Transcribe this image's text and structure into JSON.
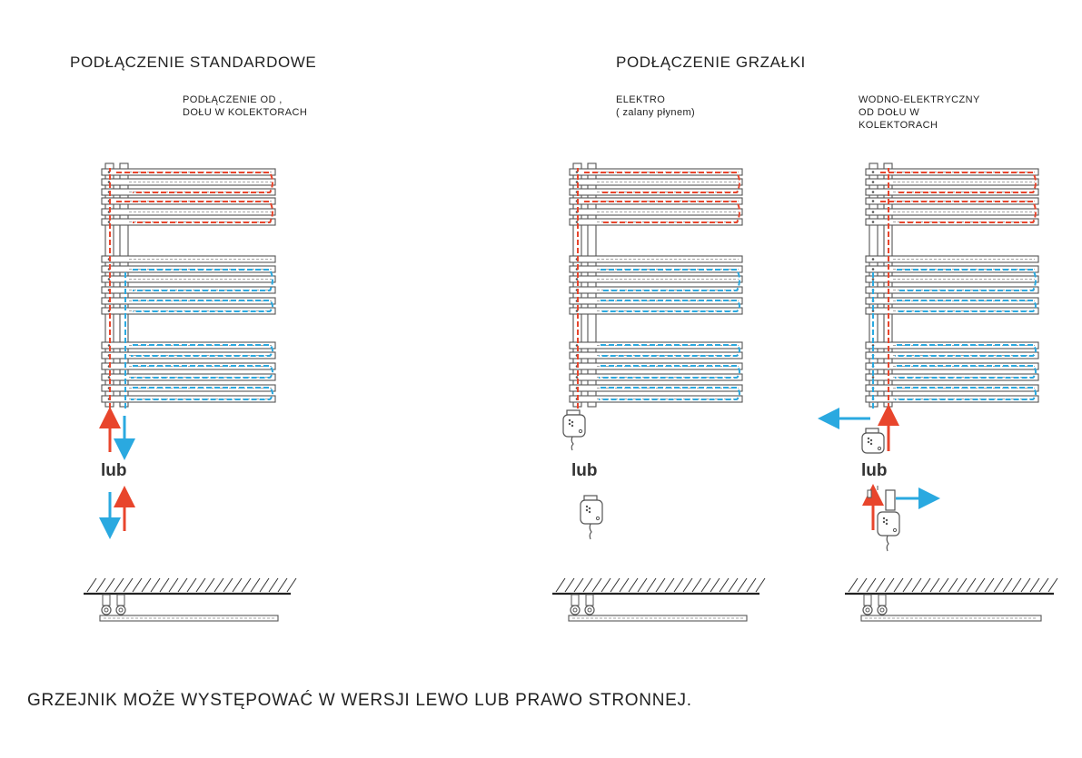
{
  "sections": [
    {
      "id": "standard",
      "title": "PODŁĄCZENIE STANDARDOWE",
      "subtitle_lines": [
        "PODŁĄCZENIE OD ,",
        "DOŁU W KOLEKTORACH"
      ],
      "lub": "lub"
    },
    {
      "id": "heater",
      "title": "PODŁĄCZENIE GRZAŁKI"
    },
    {
      "id": "elektro",
      "subtitle_lines": [
        "ELEKTRO",
        "( zalany płynem)"
      ],
      "lub": "lub"
    },
    {
      "id": "water-electric",
      "subtitle_lines": [
        "WODNO-ELEKTRYCZNY",
        "OD DOŁU W",
        "KOLEKTORACH"
      ],
      "lub": "lub"
    }
  ],
  "footer": "GRZEJNIK MOŻE WYSTĘPOWAĆ W WERSJI LEWO LUB PRAWO STRONNEJ.",
  "colors": {
    "hot": "#e8452c",
    "cold": "#2aa9e0",
    "line": "#555555"
  }
}
